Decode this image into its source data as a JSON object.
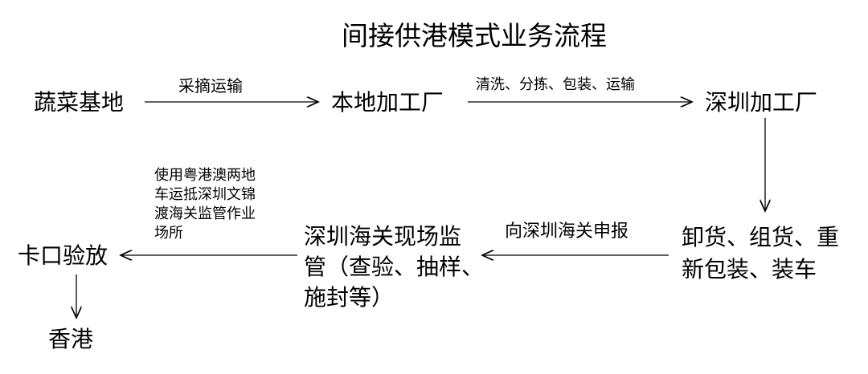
{
  "title": "间接供港模式业务流程",
  "nodes": {
    "vegetable_base": "蔬菜基地",
    "local_factory": "本地加工厂",
    "shenzhen_factory": "深圳加工厂",
    "repack": [
      "卸货、组货、重",
      "新包装、装车"
    ],
    "customs_supervision": [
      "深圳海关现场监",
      "管（查验、抽样、",
      "施封等）"
    ],
    "checkpoint_release": "卡口验放",
    "hong_kong": "香港"
  },
  "edges": {
    "picking_transport": "采摘运输",
    "processing": "清洗、分拣、包装、运输",
    "declare": "向深圳海关申报",
    "vehicle_transport": [
      "使用粤港澳两地",
      "车运抵深圳文锦",
      "渡海关监管作业",
      "场所"
    ]
  }
}
